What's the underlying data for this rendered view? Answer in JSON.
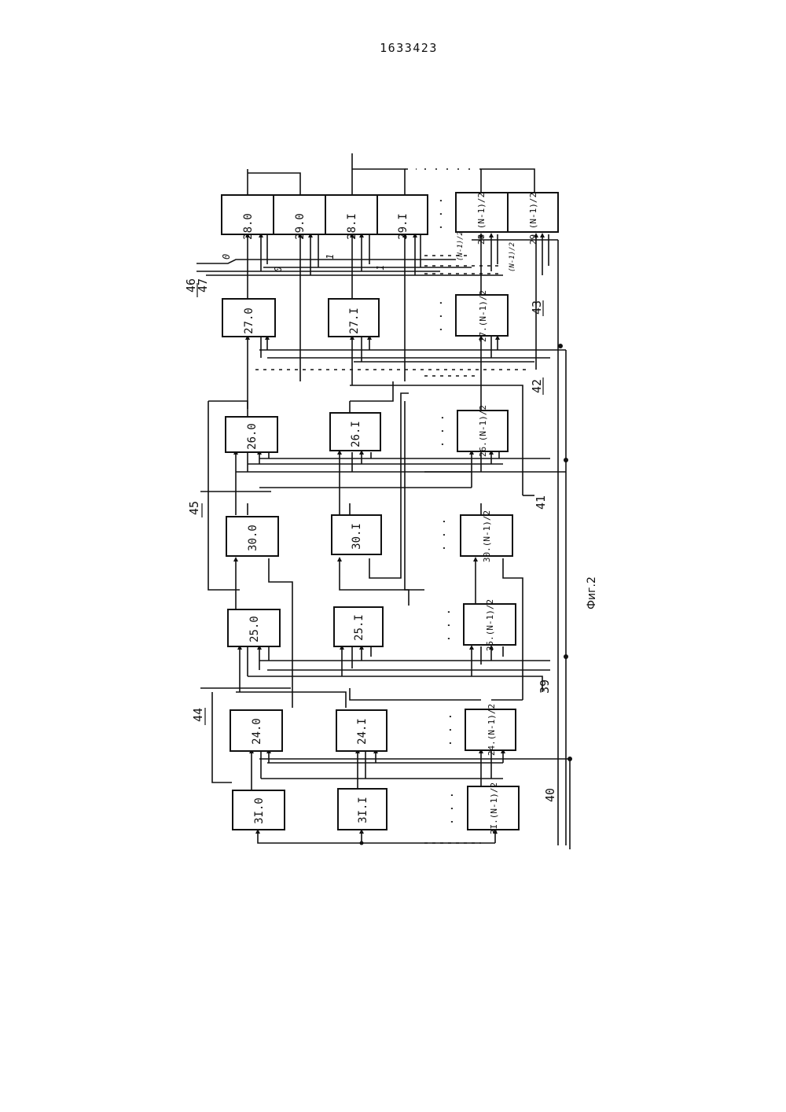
{
  "page_number": "1633423",
  "figure_caption": "Фиг.2",
  "bus_labels": {
    "b46": "46",
    "b47": "47",
    "b45": "45",
    "b44": "44",
    "b43": "43",
    "b42": "42",
    "b41": "41",
    "b40": "40",
    "b39": "39"
  },
  "blocks": {
    "b28_0": "28.0",
    "b29_0": "29.0",
    "b28_1": "28.I",
    "b29_1": "29.I",
    "b28_n": "28.(N-1)/2",
    "b29_n": "29.(N-1)/2",
    "b27_0": "27.0",
    "b27_1": "27.I",
    "b27_n": "27.(N-1)/2",
    "b26_0": "26.0",
    "b26_1": "26.I",
    "b26_n": "26.(N-1)/2",
    "b30_0": "30.0",
    "b30_1": "30.I",
    "b30_n": "30.(N-1)/2",
    "b25_0": "25.0",
    "b25_1": "25.I",
    "b25_n": "25.(N-1)/2",
    "b24_0": "24.0",
    "b24_1": "24.I",
    "b24_n": "24.(N-1)/2",
    "b31_0": "3I.0",
    "b31_1": "3I.I",
    "b31_n": "3I.(N-1)/2"
  },
  "signal_labels": {
    "zero_a": "0",
    "zero_b": "0",
    "one_a": "1",
    "one_b": "1",
    "half_a": "(N-1)/2",
    "half_b": "(N-1)/2"
  },
  "ellipsis": "· · ·"
}
